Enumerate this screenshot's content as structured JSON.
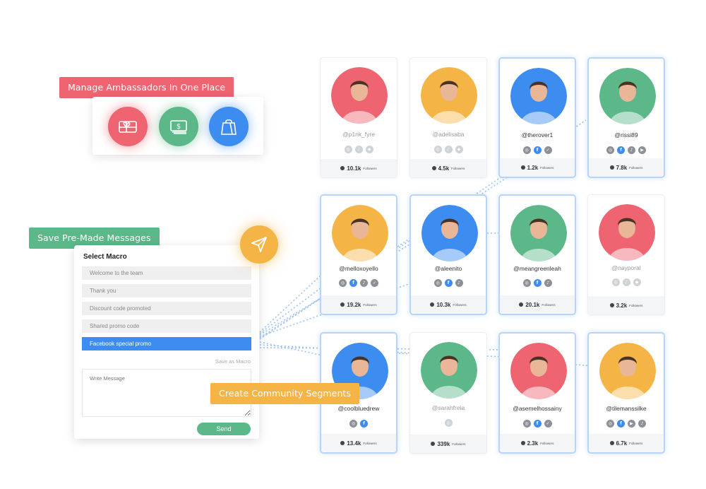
{
  "tags": {
    "manage_ambassadors": "Manage Ambassadors In One Place",
    "save_messages": "Save Pre-Made Messages",
    "community_segments": "Create Community Segments"
  },
  "ambassador_icons": [
    "gift-card-icon",
    "cash-icon",
    "shopping-bag-icon"
  ],
  "send_icon": "paper-plane-icon",
  "macro": {
    "title": "Select Macro",
    "items": [
      {
        "label": "Welcome to the team",
        "selected": false
      },
      {
        "label": "Thank you",
        "selected": false
      },
      {
        "label": "Discount code promoted",
        "selected": false
      },
      {
        "label": "Shared promo code",
        "selected": false
      },
      {
        "label": "Facebook special promo",
        "selected": true
      }
    ],
    "save_label": "Save as Macro",
    "message_placeholder": "Write Message",
    "send_label": "Send"
  },
  "followers_label": "Followers",
  "colors": {
    "red": "#ee6470",
    "green": "#5cb889",
    "yellow": "#f5b546",
    "blue": "#3d8cf0",
    "highlight_border": "#b9d4fa"
  },
  "profiles": [
    {
      "handle": "@p1nk_fyre",
      "followers": "10.1k",
      "avatar_color": "#ee6470",
      "highlight": false,
      "socials": [
        "instagram",
        "tiktok",
        "snapchat"
      ]
    },
    {
      "handle": "@adelisaba",
      "followers": "4.5k",
      "avatar_color": "#f5b546",
      "highlight": false,
      "socials": [
        "instagram",
        "tiktok",
        "snapchat"
      ]
    },
    {
      "handle": "@therover1",
      "followers": "1.2k",
      "avatar_color": "#3d8cf0",
      "highlight": true,
      "socials": [
        "instagram",
        "facebook",
        "twitter"
      ]
    },
    {
      "handle": "@rissi89",
      "followers": "7.8k",
      "avatar_color": "#5cb889",
      "highlight": true,
      "socials": [
        "instagram",
        "facebook",
        "tiktok",
        "youtube"
      ]
    },
    {
      "handle": "@melloxoyello",
      "followers": "19.2k",
      "avatar_color": "#f5b546",
      "highlight": true,
      "socials": [
        "instagram",
        "facebook",
        "tiktok",
        "twitter"
      ]
    },
    {
      "handle": "@aleenito",
      "followers": "10.3k",
      "avatar_color": "#3d8cf0",
      "highlight": true,
      "socials": [
        "instagram",
        "facebook",
        "tiktok"
      ]
    },
    {
      "handle": "@meangreenleah",
      "followers": "20.1k",
      "avatar_color": "#5cb889",
      "highlight": true,
      "socials": [
        "instagram",
        "facebook",
        "tiktok"
      ]
    },
    {
      "handle": "@nayporal",
      "followers": "3.2k",
      "avatar_color": "#ee6470",
      "highlight": false,
      "socials": [
        "instagram",
        "tiktok",
        "snapchat"
      ]
    },
    {
      "handle": "@coolbluedrew",
      "followers": "13.4k",
      "avatar_color": "#3d8cf0",
      "highlight": true,
      "socials": [
        "instagram",
        "facebook"
      ]
    },
    {
      "handle": "@sarahfreia",
      "followers": "339k",
      "avatar_color": "#5cb889",
      "highlight": false,
      "socials": [
        "instagram"
      ]
    },
    {
      "handle": "@asemelhossainy",
      "followers": "2.3k",
      "avatar_color": "#ee6470",
      "highlight": true,
      "socials": [
        "instagram",
        "facebook",
        "twitter"
      ]
    },
    {
      "handle": "@tilemanssilke",
      "followers": "6.7k",
      "avatar_color": "#f5b546",
      "highlight": true,
      "socials": [
        "instagram",
        "facebook",
        "youtube",
        "tiktok"
      ]
    }
  ]
}
